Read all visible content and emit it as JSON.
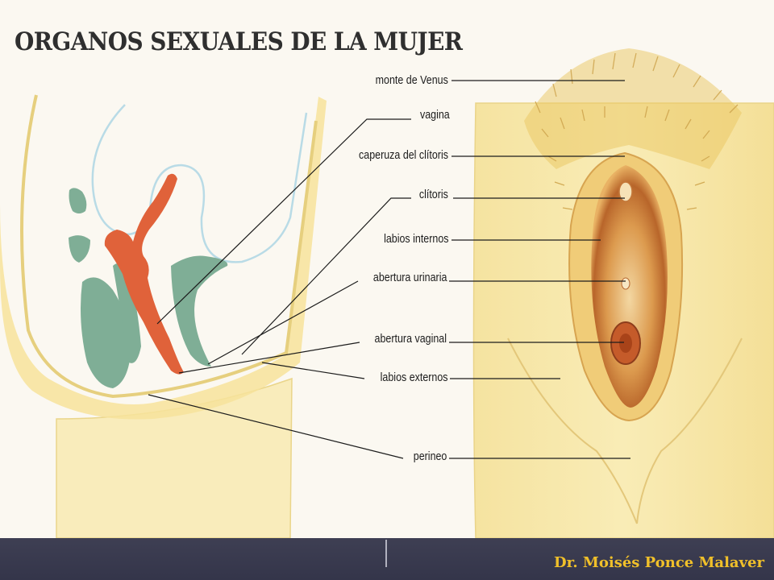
{
  "slide": {
    "title": "ORGANOS SEXUALES DE LA MUJER",
    "author": "Dr. Moisés Ponce Malaver"
  },
  "labels": [
    {
      "key": "monte",
      "text": "monte de Venus"
    },
    {
      "key": "vagina",
      "text": "vagina"
    },
    {
      "key": "caperuza",
      "text": "caperuza del clítoris"
    },
    {
      "key": "clitoris",
      "text": "clítoris"
    },
    {
      "key": "labios_internos",
      "text": "labios internos"
    },
    {
      "key": "abertura_urinaria",
      "text": "abertura urinaria"
    },
    {
      "key": "abertura_vaginal",
      "text": "abertura vaginal"
    },
    {
      "key": "labios_externos",
      "text": "labios externos"
    },
    {
      "key": "perineo",
      "text": "perineo"
    }
  ],
  "colors": {
    "footer_background": "#3a3b4e",
    "author_text": "#f0c02a",
    "skin_yellow": "#f8e7a3",
    "vagina_orange": "#e0623a",
    "organ_green": "#7fae96",
    "peritoneum_blue": "#b9dbe6"
  }
}
